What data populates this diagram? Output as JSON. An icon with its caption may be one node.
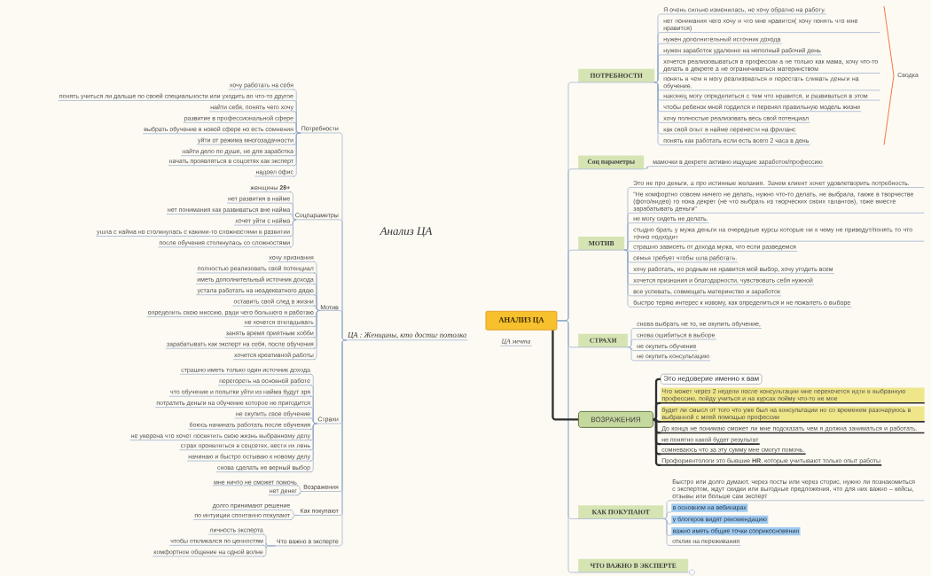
{
  "diagram": {
    "nodes": [
      {
        "text": [
          "АНАЛИЗ ЦА"
        ]
      },
      {
        "text": [
          "ПОТРЕБНОСТИ"
        ]
      },
      {
        "text": [
          "Я очень сильно изменилась, не хочу обратно на работу."
        ]
      },
      {
        "text": [
          "нет понимания чего хочу и что мне нравится( хочу понять что мне нравится)"
        ]
      },
      {
        "text": [
          "нужен дополнительный источник дохода"
        ]
      },
      {
        "text": [
          "нужен заработок удаленно на неполный рабочий день"
        ]
      },
      {
        "text": [
          "хочется реализовываться в профессии а не только как мама, хочу что-то делать в декрете а не ограничиваться материнством"
        ]
      },
      {
        "text": [
          "понять в чем я могу реализоваться и перестать сливать деньги на обучение."
        ]
      },
      {
        "text": [
          "наконец могу определиться с тем что нравится, и развиваться в этом"
        ]
      },
      {
        "text": [
          "чтобы ребенок мной гордился и перенял правильную модель жизни"
        ]
      },
      {
        "text": [
          "хочу полностью реализовать весь свой потенциал"
        ]
      },
      {
        "text": [
          "как свой опыт в найме перенести на фриланс"
        ]
      },
      {
        "text": [
          "понять как работать если есть всего 2 часа в день"
        ]
      },
      {
        "text": [
          "Соц параметры"
        ]
      },
      {
        "text": [
          "мамочки в декрете активно ищущие заработок/профессию"
        ]
      },
      {
        "text": [
          "МОТИВ"
        ]
      },
      {
        "text": [
          "Это не про деньги, а про истинные желания. Зачем клиент хочет удовлетворить потребность."
        ]
      },
      {
        "text": [
          "\"Не комфортно совсем ничего не делать, нужно что-то делать, не выбрала, также в творчестве (фото/видео) то пока декрет (не что выбрать из творческих своих талантов), тоже вместе зарабатывать деньги\""
        ]
      },
      {
        "text": [
          "не могу сидеть не делать."
        ]
      },
      {
        "text": [
          "стыдно брать у мужа деньги на очередные курсы которые ни к чему не приведут/понять то что точно подходит"
        ]
      },
      {
        "text": [
          "страшно зависеть от дохода мужа, что если разведемся"
        ]
      },
      {
        "text": [
          "семья требует чтобы шла работать."
        ]
      },
      {
        "text": [
          "хочу работать, но родным не нравится мой выбор, хочу угодить всем"
        ]
      },
      {
        "text": [
          "хочется признания и благодарности, чувствовать себя нужной"
        ]
      },
      {
        "text": [
          "все успевать, совмещать материнство и заработок"
        ]
      },
      {
        "text": [
          "быстро теряю интерес к новому, как определиться и не пожалеть о выборе"
        ]
      },
      {
        "text": [
          "СТРАХИ"
        ]
      },
      {
        "text": [
          "снова выбрать не то, не окупить обучение,"
        ]
      },
      {
        "text": [
          "снова ошибиться в выборе"
        ]
      },
      {
        "text": [
          "не окупить обучение"
        ]
      },
      {
        "text": [
          "не окупить консультацию"
        ]
      },
      {
        "text": [
          "ВОЗРАЖЕНИЯ"
        ]
      },
      {
        "text": [
          "Это недоверие именно к вам"
        ]
      },
      {
        "text": [
          "Что может через 2 недели после консультации мне перехочется идти в выбранную профессию, пойду учиться и на курсах пойму что-то не мое"
        ]
      },
      {
        "text": [
          "будет ли смысл от того что уже был на консультации но со временем разочаруюсь в выбранной с моей помощью профессии"
        ]
      },
      {
        "text": [
          "До конца не понимаю сможет ли мне подсказать чем я должна заниматься и работать."
        ]
      },
      {
        "text": [
          "не понятно какой будет результат"
        ]
      },
      {
        "text": [
          "сомневаюсь что за эту сумму мне смогут помочь."
        ]
      },
      {
        "text": [
          "Профориентологи это бывшие **HR**, которые учитывают только опыт работы"
        ]
      },
      {
        "text": [
          "КАК ПОКУПАЮТ"
        ]
      },
      {
        "text": [
          "Быстро или долго думают, через посты или через сторис, нужно ли познакомиться с экспертом, ждут скидки или выгодные предложения, что для них важно – кейсы, отзывы или больше сам эксперт"
        ]
      },
      {
        "text": [
          "в основном на вебинарах"
        ]
      },
      {
        "text": [
          "у блогеров видят рекомендацию"
        ]
      },
      {
        "text": [
          "важно иметь общие точки соприкосновения"
        ]
      },
      {
        "text": [
          "отклик на переживания"
        ]
      },
      {
        "text": [
          "ЧТО ВАЖНО В ЭКСПЕРТЕ"
        ]
      },
      {
        "text": [
          "ЦА : Женщины, кто достиг потолка"
        ]
      },
      {
        "text": [
          "Потребности"
        ]
      },
      {
        "text": [
          "хочу работать на себя"
        ]
      },
      {
        "text": [
          "понять учиться ли дальше по своей специальности или уходить во что-то другое"
        ]
      },
      {
        "text": [
          "найти себя, понять чего хочу"
        ]
      },
      {
        "text": [
          "развитие в профессиональной сфере"
        ]
      },
      {
        "text": [
          "выбрать обучение в новой сфере но есть сомнения"
        ]
      },
      {
        "text": [
          "уйти от режима многозадачности"
        ]
      },
      {
        "text": [
          "найти дело по душе, не для заработка"
        ]
      },
      {
        "text": [
          "начать проявляться в соцсетях как эксперт"
        ]
      },
      {
        "text": [
          "надоел офис"
        ]
      },
      {
        "text": [
          "Соцпараметры"
        ]
      },
      {
        "text": [
          "женщины **28+**"
        ]
      },
      {
        "text": [
          "нет развития в найме"
        ]
      },
      {
        "text": [
          "нет понимания как развиваться вне найма"
        ]
      },
      {
        "text": [
          "хочет уйти с найма"
        ]
      },
      {
        "text": [
          "ушла с найма но столкнулась с какими-то сложностями в развитии"
        ]
      },
      {
        "text": [
          "после обучения столкнулась со сложностями"
        ]
      },
      {
        "text": [
          "Мотив"
        ]
      },
      {
        "text": [
          "хочу признания"
        ]
      },
      {
        "text": [
          "полностью реализовать свой потенциал"
        ]
      },
      {
        "text": [
          "иметь дополнительный источник дохода"
        ]
      },
      {
        "text": [
          "устала работать на неадекватного дядю"
        ]
      },
      {
        "text": [
          "оставить свой след в жизни"
        ]
      },
      {
        "text": [
          "определить свою миссию, ради чего большего я работаю"
        ]
      },
      {
        "text": [
          "не хочется откладывать"
        ]
      },
      {
        "text": [
          "занять время приятным хобби"
        ]
      },
      {
        "text": [
          "зарабатывать как эксперт на себя, после обучения"
        ]
      },
      {
        "text": [
          "хочется креативной работы"
        ]
      },
      {
        "text": [
          "Страхи"
        ]
      },
      {
        "text": [
          "страшно иметь только один источник дохода"
        ]
      },
      {
        "text": [
          "перегореть на основной работе"
        ]
      },
      {
        "text": [
          "что обучение и попытки уйти из найма будут зря"
        ]
      },
      {
        "text": [
          "потратить деньги на обучение которое не пригодится"
        ]
      },
      {
        "text": [
          "не окупить свое обучение"
        ]
      },
      {
        "text": [
          "боюсь начинать работать после обучения"
        ]
      },
      {
        "text": [
          "не уверена что хочет посвятить свою жизнь выбранному делу"
        ]
      },
      {
        "text": [
          "страх проявляться в соцсетях, вести их лень"
        ]
      },
      {
        "text": [
          "начинаю и быстро остываю к новому делу"
        ]
      },
      {
        "text": [
          "снова сделать не верный выбор"
        ]
      },
      {
        "text": [
          "Возражения"
        ]
      },
      {
        "text": [
          "мне ничто не сможет помочь"
        ]
      },
      {
        "text": [
          "нет денег"
        ]
      },
      {
        "text": [
          "Как покупают"
        ]
      },
      {
        "text": [
          "долго принимают решение"
        ]
      },
      {
        "text": [
          "по интуиции спонтанно покупают"
        ]
      },
      {
        "text": [
          "Что важно в эксперте"
        ]
      },
      {
        "text": [
          "личность эксперта"
        ]
      },
      {
        "text": [
          "чтобы откликался по ценностям"
        ]
      },
      {
        "text": [
          "комфортное общение на одной волне"
        ]
      }
    ],
    "edges": [
      {
        "from": 0,
        "to": 1,
        "arrow": "none"
      },
      {
        "from": 0,
        "to": 13,
        "arrow": "none"
      },
      {
        "from": 0,
        "to": 15,
        "arrow": "none"
      },
      {
        "from": 0,
        "to": 26,
        "arrow": "none"
      },
      {
        "from": 0,
        "to": 31,
        "arrow": "none",
        "style": "thick",
        "color": "#2e2e2e"
      },
      {
        "from": 0,
        "to": 39,
        "arrow": "none"
      },
      {
        "from": 0,
        "to": 45,
        "arrow": "none"
      },
      {
        "from": 1,
        "to": 2,
        "arrow": "none"
      },
      {
        "from": 1,
        "to": 3,
        "arrow": "none"
      },
      {
        "from": 1,
        "to": 4,
        "arrow": "none"
      },
      {
        "from": 1,
        "to": 5,
        "arrow": "none"
      },
      {
        "from": 1,
        "to": 6,
        "arrow": "none"
      },
      {
        "from": 1,
        "to": 7,
        "arrow": "none"
      },
      {
        "from": 1,
        "to": 8,
        "arrow": "none"
      },
      {
        "from": 1,
        "to": 9,
        "arrow": "none"
      },
      {
        "from": 1,
        "to": 10,
        "arrow": "none"
      },
      {
        "from": 1,
        "to": 11,
        "arrow": "none"
      },
      {
        "from": 1,
        "to": 12,
        "arrow": "none"
      },
      {
        "from": 13,
        "to": 14,
        "arrow": "none"
      },
      {
        "from": 15,
        "to": 16,
        "arrow": "none"
      },
      {
        "from": 15,
        "to": 17,
        "arrow": "none"
      },
      {
        "from": 15,
        "to": 18,
        "arrow": "none"
      },
      {
        "from": 15,
        "to": 19,
        "arrow": "none"
      },
      {
        "from": 15,
        "to": 20,
        "arrow": "none"
      },
      {
        "from": 15,
        "to": 21,
        "arrow": "none"
      },
      {
        "from": 15,
        "to": 22,
        "arrow": "none"
      },
      {
        "from": 15,
        "to": 23,
        "arrow": "none"
      },
      {
        "from": 15,
        "to": 24,
        "arrow": "none"
      },
      {
        "from": 15,
        "to": 25,
        "arrow": "none"
      },
      {
        "from": 26,
        "to": 27,
        "arrow": "none"
      },
      {
        "from": 26,
        "to": 28,
        "arrow": "none"
      },
      {
        "from": 26,
        "to": 29,
        "arrow": "none"
      },
      {
        "from": 26,
        "to": 30,
        "arrow": "none"
      },
      {
        "from": 31,
        "to": 32,
        "arrow": "none",
        "style": "thick",
        "color": "#2e2e2e"
      },
      {
        "from": 31,
        "to": 33,
        "arrow": "none",
        "style": "thick",
        "color": "#2e2e2e"
      },
      {
        "from": 31,
        "to": 34,
        "arrow": "none",
        "style": "thick",
        "color": "#2e2e2e"
      },
      {
        "from": 31,
        "to": 35,
        "arrow": "none",
        "style": "thick",
        "color": "#2e2e2e"
      },
      {
        "from": 31,
        "to": 36,
        "arrow": "none",
        "style": "thick",
        "color": "#2e2e2e"
      },
      {
        "from": 31,
        "to": 37,
        "arrow": "none",
        "style": "thick",
        "color": "#2e2e2e"
      },
      {
        "from": 31,
        "to": 38,
        "arrow": "none",
        "style": "thick",
        "color": "#2e2e2e"
      },
      {
        "from": 39,
        "to": 40,
        "arrow": "none"
      },
      {
        "from": 39,
        "to": 41,
        "arrow": "none"
      },
      {
        "from": 39,
        "to": 42,
        "arrow": "none"
      },
      {
        "from": 39,
        "to": 43,
        "arrow": "none"
      },
      {
        "from": 39,
        "to": 44,
        "arrow": "none"
      },
      {
        "from": 46,
        "to": 47,
        "arrow": "none"
      },
      {
        "from": 46,
        "to": 57,
        "arrow": "none"
      },
      {
        "from": 46,
        "to": 64,
        "arrow": "none"
      },
      {
        "from": 46,
        "to": 75,
        "arrow": "none"
      },
      {
        "from": 46,
        "to": 86,
        "arrow": "none"
      },
      {
        "from": 46,
        "to": 89,
        "arrow": "none"
      },
      {
        "from": 46,
        "to": 92,
        "arrow": "none"
      },
      {
        "from": 47,
        "to": 48,
        "arrow": "none"
      },
      {
        "from": 47,
        "to": 49,
        "arrow": "none"
      },
      {
        "from": 47,
        "to": 50,
        "arrow": "none"
      },
      {
        "from": 47,
        "to": 51,
        "arrow": "none"
      },
      {
        "from": 47,
        "to": 52,
        "arrow": "none"
      },
      {
        "from": 47,
        "to": 53,
        "arrow": "none"
      },
      {
        "from": 47,
        "to": 54,
        "arrow": "none"
      },
      {
        "from": 47,
        "to": 55,
        "arrow": "none"
      },
      {
        "from": 47,
        "to": 56,
        "arrow": "none"
      },
      {
        "from": 57,
        "to": 58,
        "arrow": "none"
      },
      {
        "from": 57,
        "to": 59,
        "arrow": "none"
      },
      {
        "from": 57,
        "to": 60,
        "arrow": "none"
      },
      {
        "from": 57,
        "to": 61,
        "arrow": "none"
      },
      {
        "from": 57,
        "to": 62,
        "arrow": "none"
      },
      {
        "from": 57,
        "to": 63,
        "arrow": "none"
      },
      {
        "from": 64,
        "to": 65,
        "arrow": "none"
      },
      {
        "from": 64,
        "to": 66,
        "arrow": "none"
      },
      {
        "from": 64,
        "to": 67,
        "arrow": "none"
      },
      {
        "from": 64,
        "to": 68,
        "arrow": "none"
      },
      {
        "from": 64,
        "to": 69,
        "arrow": "none"
      },
      {
        "from": 64,
        "to": 70,
        "arrow": "none"
      },
      {
        "from": 64,
        "to": 71,
        "arrow": "none"
      },
      {
        "from": 64,
        "to": 72,
        "arrow": "none"
      },
      {
        "from": 64,
        "to": 73,
        "arrow": "none"
      },
      {
        "from": 64,
        "to": 74,
        "arrow": "none"
      },
      {
        "from": 75,
        "to": 76,
        "arrow": "none"
      },
      {
        "from": 75,
        "to": 77,
        "arrow": "none"
      },
      {
        "from": 75,
        "to": 78,
        "arrow": "none"
      },
      {
        "from": 75,
        "to": 79,
        "arrow": "none"
      },
      {
        "from": 75,
        "to": 80,
        "arrow": "none"
      },
      {
        "from": 75,
        "to": 81,
        "arrow": "none"
      },
      {
        "from": 75,
        "to": 82,
        "arrow": "none"
      },
      {
        "from": 75,
        "to": 83,
        "arrow": "none"
      },
      {
        "from": 75,
        "to": 84,
        "arrow": "none"
      },
      {
        "from": 75,
        "to": 85,
        "arrow": "none"
      },
      {
        "from": 86,
        "to": 87,
        "arrow": "none"
      },
      {
        "from": 86,
        "to": 88,
        "arrow": "none"
      },
      {
        "from": 89,
        "to": 90,
        "arrow": "none"
      },
      {
        "from": 89,
        "to": 91,
        "arrow": "none"
      },
      {
        "from": 92,
        "to": 93,
        "arrow": "none"
      },
      {
        "from": 92,
        "to": 94,
        "arrow": "none"
      },
      {
        "from": 92,
        "to": 95,
        "arrow": "none"
      }
    ],
    "labels": [
      "Анализ ЦА",
      "ЦА мечта",
      "Сводка"
    ]
  }
}
